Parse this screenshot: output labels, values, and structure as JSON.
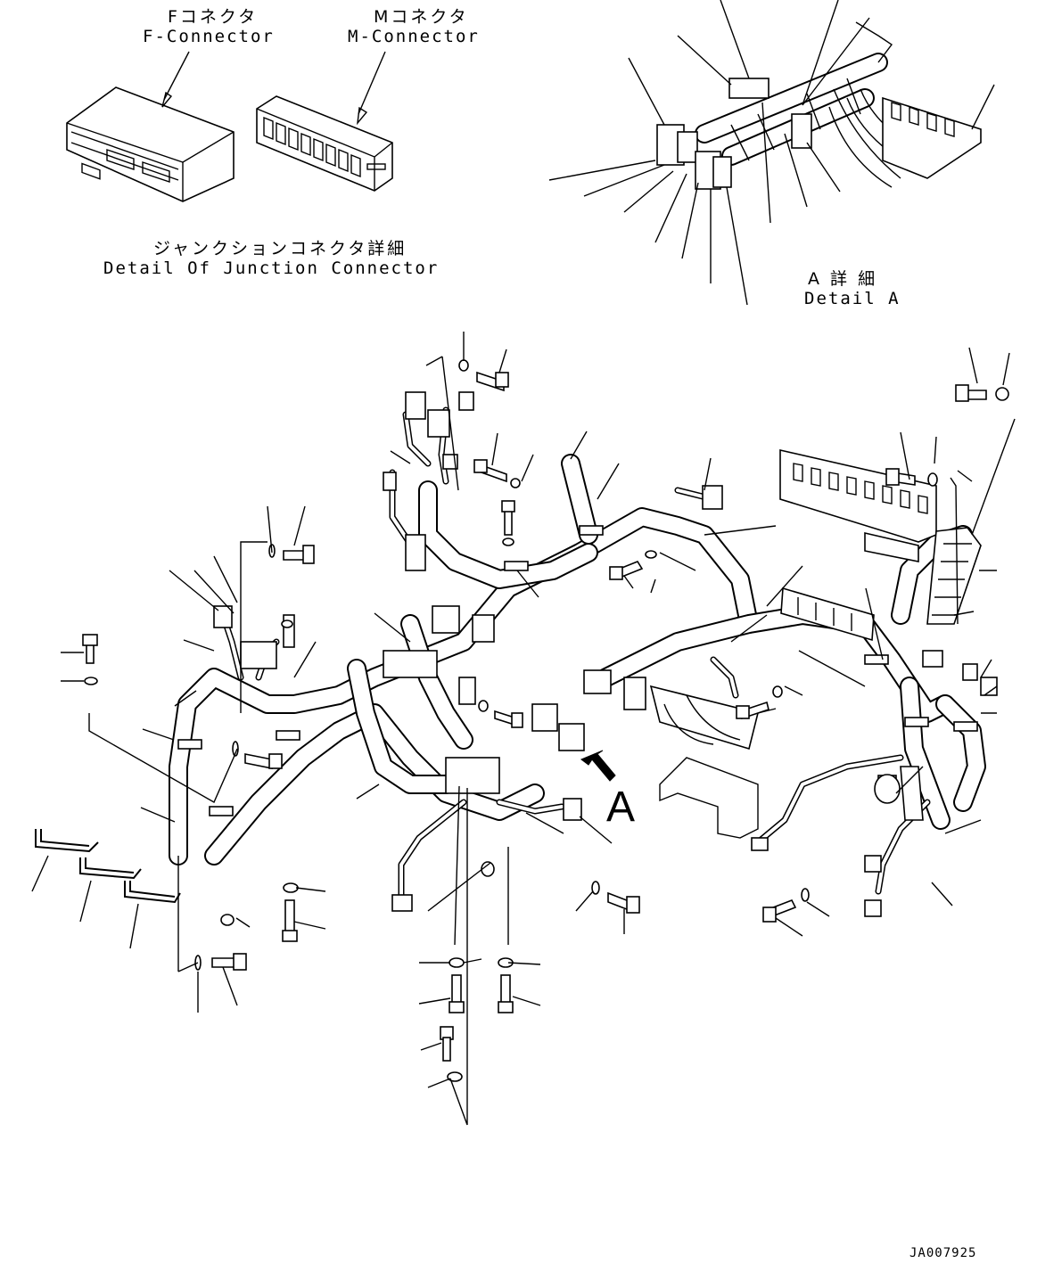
{
  "labels": {
    "f_connector_jp": "Fコネクタ",
    "f_connector_en": "F-Connector",
    "m_connector_jp": "Mコネクタ",
    "m_connector_en": "M-Connector",
    "junction_detail_jp": "ジャンクションコネクタ詳細",
    "junction_detail_en": "Detail Of Junction Connector",
    "detail_a_jp": "A 詳 細",
    "detail_a_en": "Detail A",
    "view_marker": "A",
    "drawing_id": "JA007925"
  }
}
